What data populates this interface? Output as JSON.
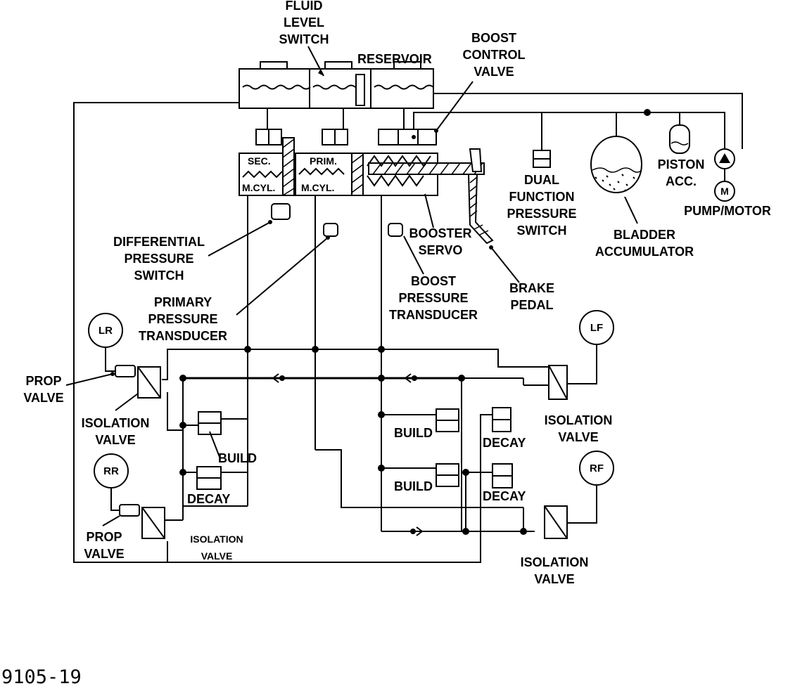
{
  "figure_number": "9105-19",
  "components": {
    "fluid_level_switch": [
      "FLUID",
      "LEVEL",
      "SWITCH"
    ],
    "reservoir": "RESERVOIR",
    "boost_control_valve": [
      "BOOST",
      "CONTROL",
      "VALVE"
    ],
    "sec_m_cyl": [
      "SEC.",
      "M.CYL."
    ],
    "prim_m_cyl": [
      "PRIM.",
      "M.CYL."
    ],
    "dual_function_pressure_switch": [
      "DUAL",
      "FUNCTION",
      "PRESSURE",
      "SWITCH"
    ],
    "piston_acc": [
      "PISTON",
      "ACC."
    ],
    "pump_motor": "PUMP/MOTOR",
    "motor_symbol": "M",
    "bladder_accumulator": [
      "BLADDER",
      "ACCUMULATOR"
    ],
    "booster_servo": [
      "BOOSTER",
      "SERVO"
    ],
    "differential_pressure_switch": [
      "DIFFERENTIAL",
      "PRESSURE",
      "SWITCH"
    ],
    "primary_pressure_transducer": [
      "PRIMARY",
      "PRESSURE",
      "TRANSDUCER"
    ],
    "boost_pressure_transducer": [
      "BOOST",
      "PRESSURE",
      "TRANSDUCER"
    ],
    "brake_pedal": [
      "BRAKE",
      "PEDAL"
    ],
    "wheels": {
      "lr": "LR",
      "lf": "LF",
      "rr": "RR",
      "rf": "RF"
    },
    "prop_valve": [
      "PROP",
      "VALVE"
    ],
    "isolation_valve": [
      "ISOLATION",
      "VALVE"
    ],
    "build": "BUILD",
    "decay": "DECAY"
  }
}
